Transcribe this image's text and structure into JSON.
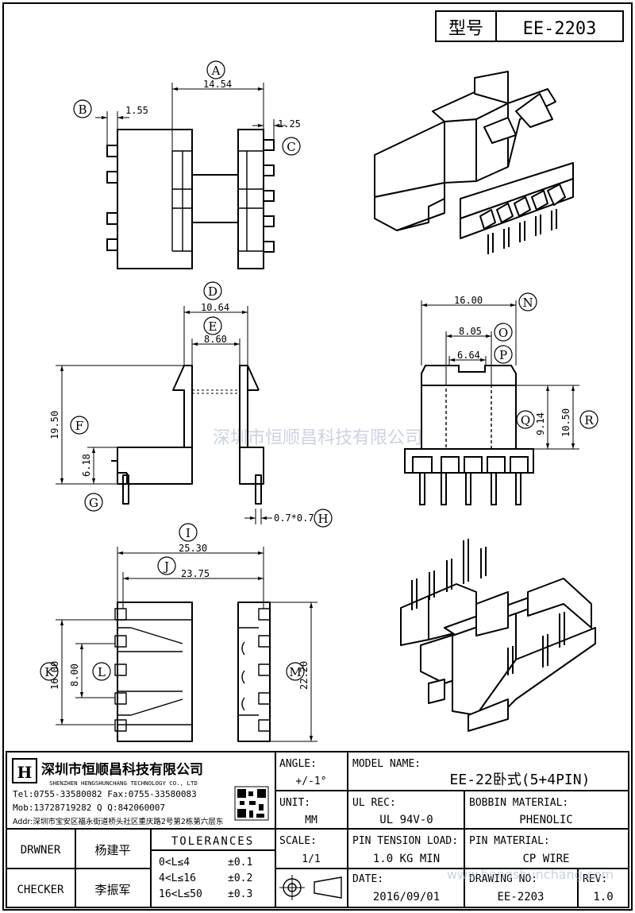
{
  "header": {
    "type_label": "型号",
    "model_code": "EE-2203"
  },
  "watermark": {
    "text": "深圳市恒顺昌科技有限公司",
    "url": "www.hengshunchang.com"
  },
  "dimensions": {
    "A": "14.54",
    "B": "1.55",
    "C": "1.25",
    "D": "10.64",
    "E": "8.60",
    "F": "19.50",
    "G": "6.18",
    "H": "0.7*0.7",
    "I": "25.30",
    "J": "23.75",
    "K": "16.00",
    "L": "8.00",
    "M": "22.20",
    "N": "16.00",
    "O": "8.05",
    "P": "6.64",
    "Q": "9.14",
    "R": "10.50"
  },
  "company": {
    "name_cn": "深圳市恒顺昌科技有限公司",
    "name_en": "SHENZHEN HENGSHUNCHANG TECHNOLOGY CO., LTD",
    "tel_fax": "Tel:0755-33580082 Fax:0755-33580083",
    "mob_qq": "Mob:13728719282      Q  Q:842060007",
    "addr": "Addr:深圳市宝安区福永街道桥头社区重庆路2号第2栋第六层东"
  },
  "title_block": {
    "angle_label": "ANGLE:",
    "angle_value": "+/-1°",
    "unit_label": "UNIT:",
    "unit_value": "MM",
    "scale_label": "SCALE:",
    "scale_value": "1/1",
    "model_label": "MODEL NAME:",
    "model_value": "EE-22卧式(5+4PIN)",
    "ul_label": "UL REC:",
    "ul_value": "UL 94V-0",
    "bobbin_label": "BOBBIN MATERIAL:",
    "bobbin_value": "PHENOLIC",
    "tension_label": "PIN TENSION LOAD:",
    "tension_value": "1.0 KG MIN",
    "pin_label": "PIN MATERIAL:",
    "pin_value": "CP WIRE",
    "date_label": "DATE:",
    "date_value": "2016/09/01",
    "drawing_label": "DRAWING NO:",
    "drawing_value": "EE-2203",
    "rev_label": "REV:",
    "rev_value": "1.0",
    "drawer_label": "DRWNER",
    "drawer_value": "杨建平",
    "checker_label": "CHECKER",
    "checker_value": "李振军",
    "tol_title": "TOLERANCES",
    "tol1_range": "0<L≤4",
    "tol1_value": "±0.1",
    "tol2_range": "4<L≤16",
    "tol2_value": "±0.2",
    "tol3_range": "16<L≤50",
    "tol3_value": "±0.3"
  }
}
